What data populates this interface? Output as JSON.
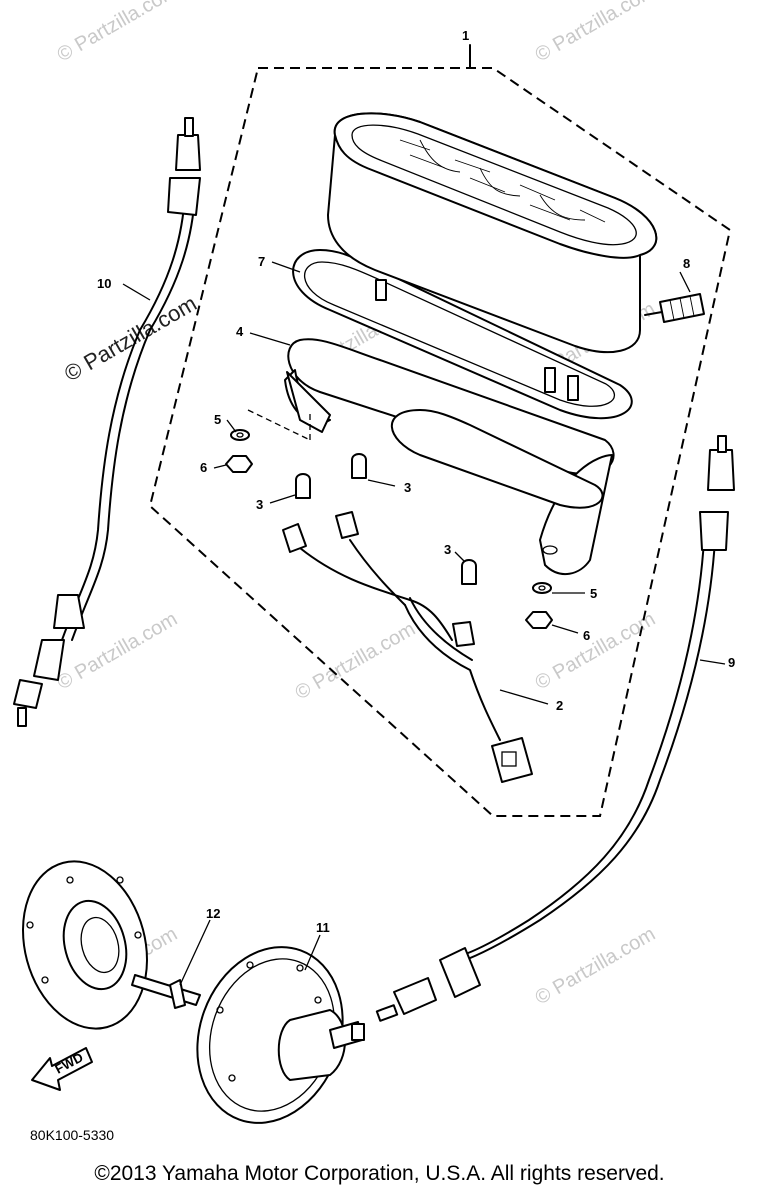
{
  "callouts": {
    "c1": "1",
    "c2": "2",
    "c3a": "3",
    "c3b": "3",
    "c3c": "3",
    "c4": "4",
    "c5a": "5",
    "c5b": "5",
    "c6a": "6",
    "c6b": "6",
    "c7": "7",
    "c8": "8",
    "c9": "9",
    "c10": "10",
    "c11": "11",
    "c12": "12"
  },
  "fwd_label": "FWD",
  "diagram_code": "80K100-5330",
  "watermarks": {
    "w1": "© Partzilla.com",
    "w2": "© Partzilla.com",
    "w3": "© Partzilla.com",
    "w4": "© Partzilla.com",
    "w5": "© Partzilla.com",
    "w6": "© Partzilla.com",
    "w7": "© Partzilla.com",
    "w8": "© Partzilla.com",
    "w9": "© Partzilla.com",
    "main": "© Partzilla.com"
  },
  "copyright": "©2013 Yamaha Motor Corporation, U.S.A. All rights reserved."
}
